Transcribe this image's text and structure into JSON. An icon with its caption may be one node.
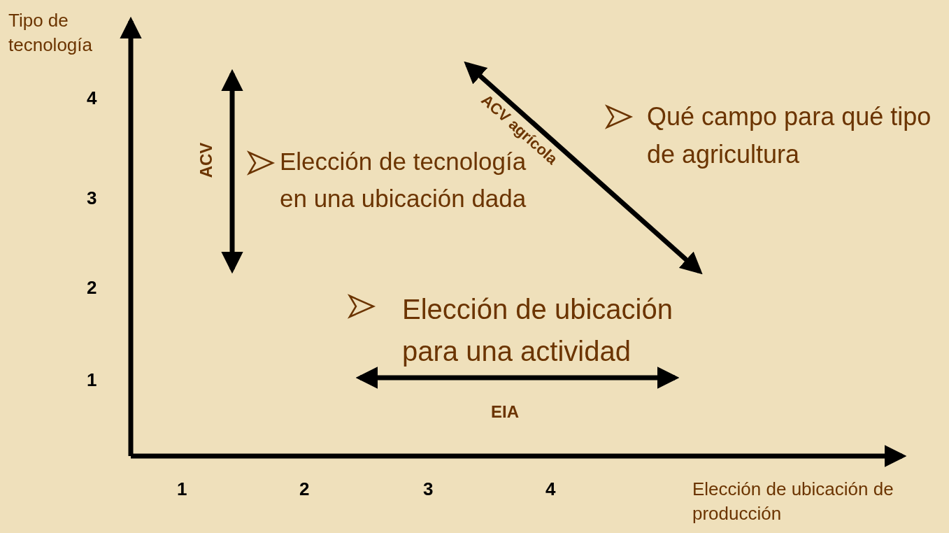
{
  "diagram": {
    "labels": [
      "Tipo de tecnología",
      "4",
      "3",
      "2",
      "1",
      "ACV",
      "Elección de tecnología en una ubicación dada",
      "ACV agrícola",
      "Qué campo para qué tipo de agricultura",
      "Elección de ubicación para una actividad",
      "EIA",
      "1",
      "2",
      "3",
      "4",
      "Elección de ubicación de producción"
    ]
  }
}
